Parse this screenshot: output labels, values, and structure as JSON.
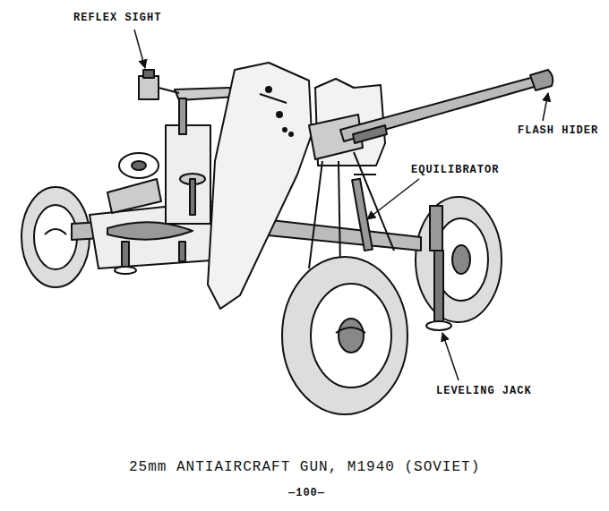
{
  "diagram": {
    "caption": "25mm ANTIAIRCRAFT GUN, M1940 (SOVIET)",
    "labels": [
      "REFLEX SIGHT",
      "FLASH HIDER",
      "EQUILIBRATOR",
      "LEVELING JACK",
      "—100—"
    ]
  }
}
